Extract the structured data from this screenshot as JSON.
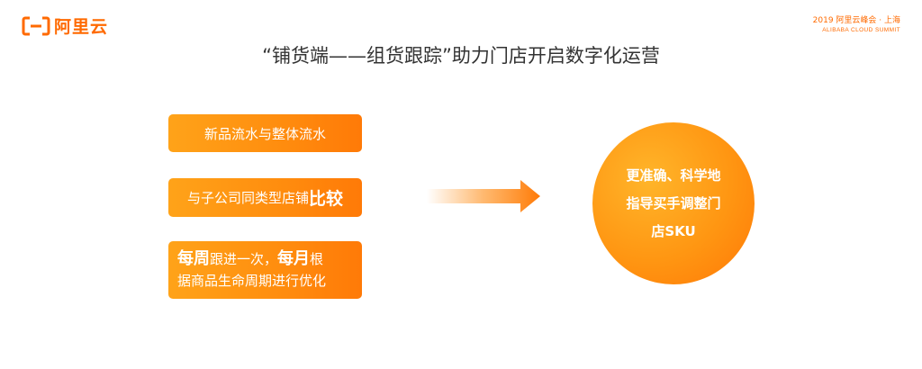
{
  "brand": {
    "logo_text": "阿里云",
    "accent": "#ff6a00"
  },
  "event": {
    "line1": "2019 阿里云峰会 · 上海",
    "line2": "ALIBABA CLOUD SUMMIT"
  },
  "slide": {
    "title": "“铺货端——组货跟踪”助力门店开启数字化运营",
    "left_items": [
      {
        "text": "新品流水与整体流水"
      },
      {
        "text": "与子公司同类型店铺",
        "emphasis": "比较"
      },
      {
        "emphasis1": "每周",
        "text1": "跟进一次，",
        "emphasis2": "每月",
        "text2": "根",
        "line2": "据商品生命周期进行优化"
      }
    ],
    "arrow_icon": "right-arrow-icon",
    "result_lines": [
      "更准确、科学地",
      "指导买手调整门",
      "店SKU"
    ]
  }
}
